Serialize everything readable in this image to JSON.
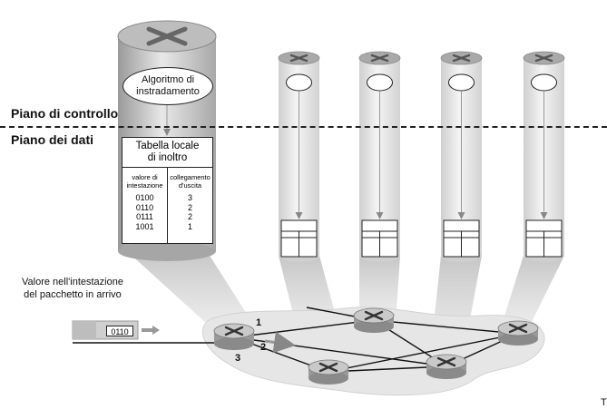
{
  "planes": {
    "control": "Piano di controllo",
    "data": "Piano dei dati"
  },
  "algorithm": {
    "line1": "Algoritmo di",
    "line2": "instradamento"
  },
  "forwarding_table": {
    "title_line1": "Tabella locale",
    "title_line2": "di inoltro",
    "header_left_line1": "valore di",
    "header_left_line2": "intestazione",
    "header_right_line1": "collegamento",
    "header_right_line2": "d'uscita",
    "rows": [
      {
        "header": "0100",
        "link": "3"
      },
      {
        "header": "0110",
        "link": "2"
      },
      {
        "header": "0111",
        "link": "2"
      },
      {
        "header": "1001",
        "link": "1"
      }
    ]
  },
  "packet": {
    "caption_line1": "Valore nell'intestazione",
    "caption_line2": "del pacchetto in arrivo",
    "header_value": "0110"
  },
  "ports": [
    "1",
    "2",
    "3"
  ],
  "corner_mark": "T",
  "colors": {
    "router_body": "#9a9a9a",
    "router_top": "#c9c9c9",
    "beam": "#d0d0d0",
    "network_cloud": "#e6e6e6",
    "arrow": "#888888",
    "line": "#111111"
  }
}
